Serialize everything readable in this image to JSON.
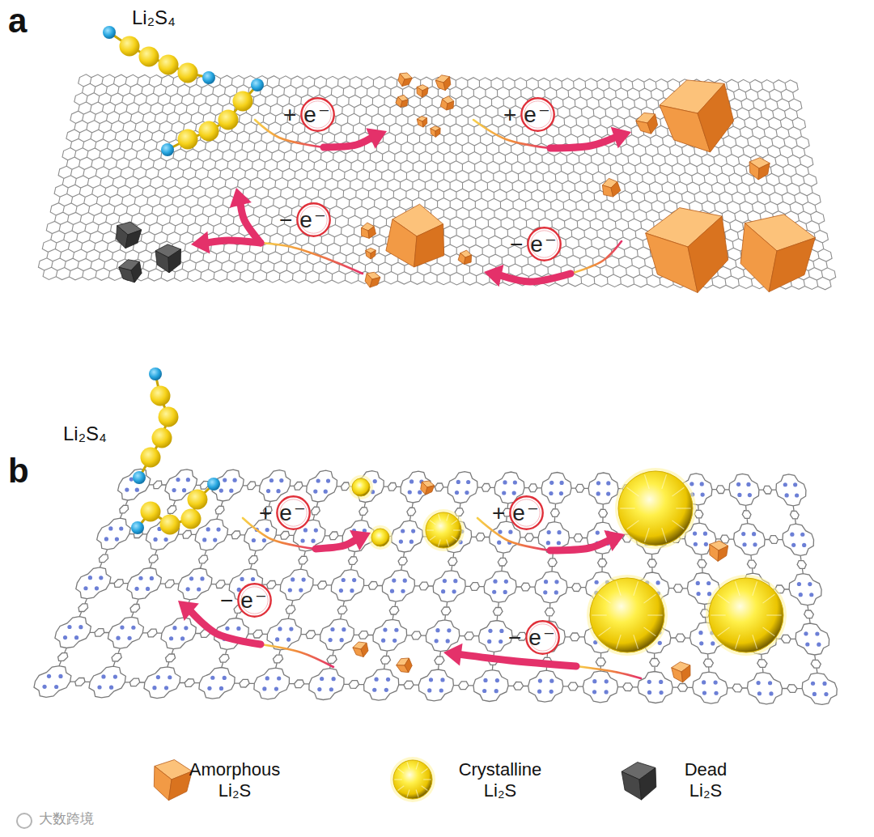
{
  "diagram": {
    "labels": [
      "a",
      "Li₂S₄",
      "+e⁻",
      "+e⁻",
      "−e⁻",
      "−e⁻",
      "b",
      "Li₂S₄",
      "+e⁻",
      "+e⁻",
      "−e⁻",
      "−e⁻",
      "大数跨境"
    ],
    "legend": [
      {
        "text": "Amorphous Li₂S"
      },
      {
        "text": "Crystalline Li₂S"
      },
      {
        "text": "Dead Li₂S"
      }
    ]
  }
}
